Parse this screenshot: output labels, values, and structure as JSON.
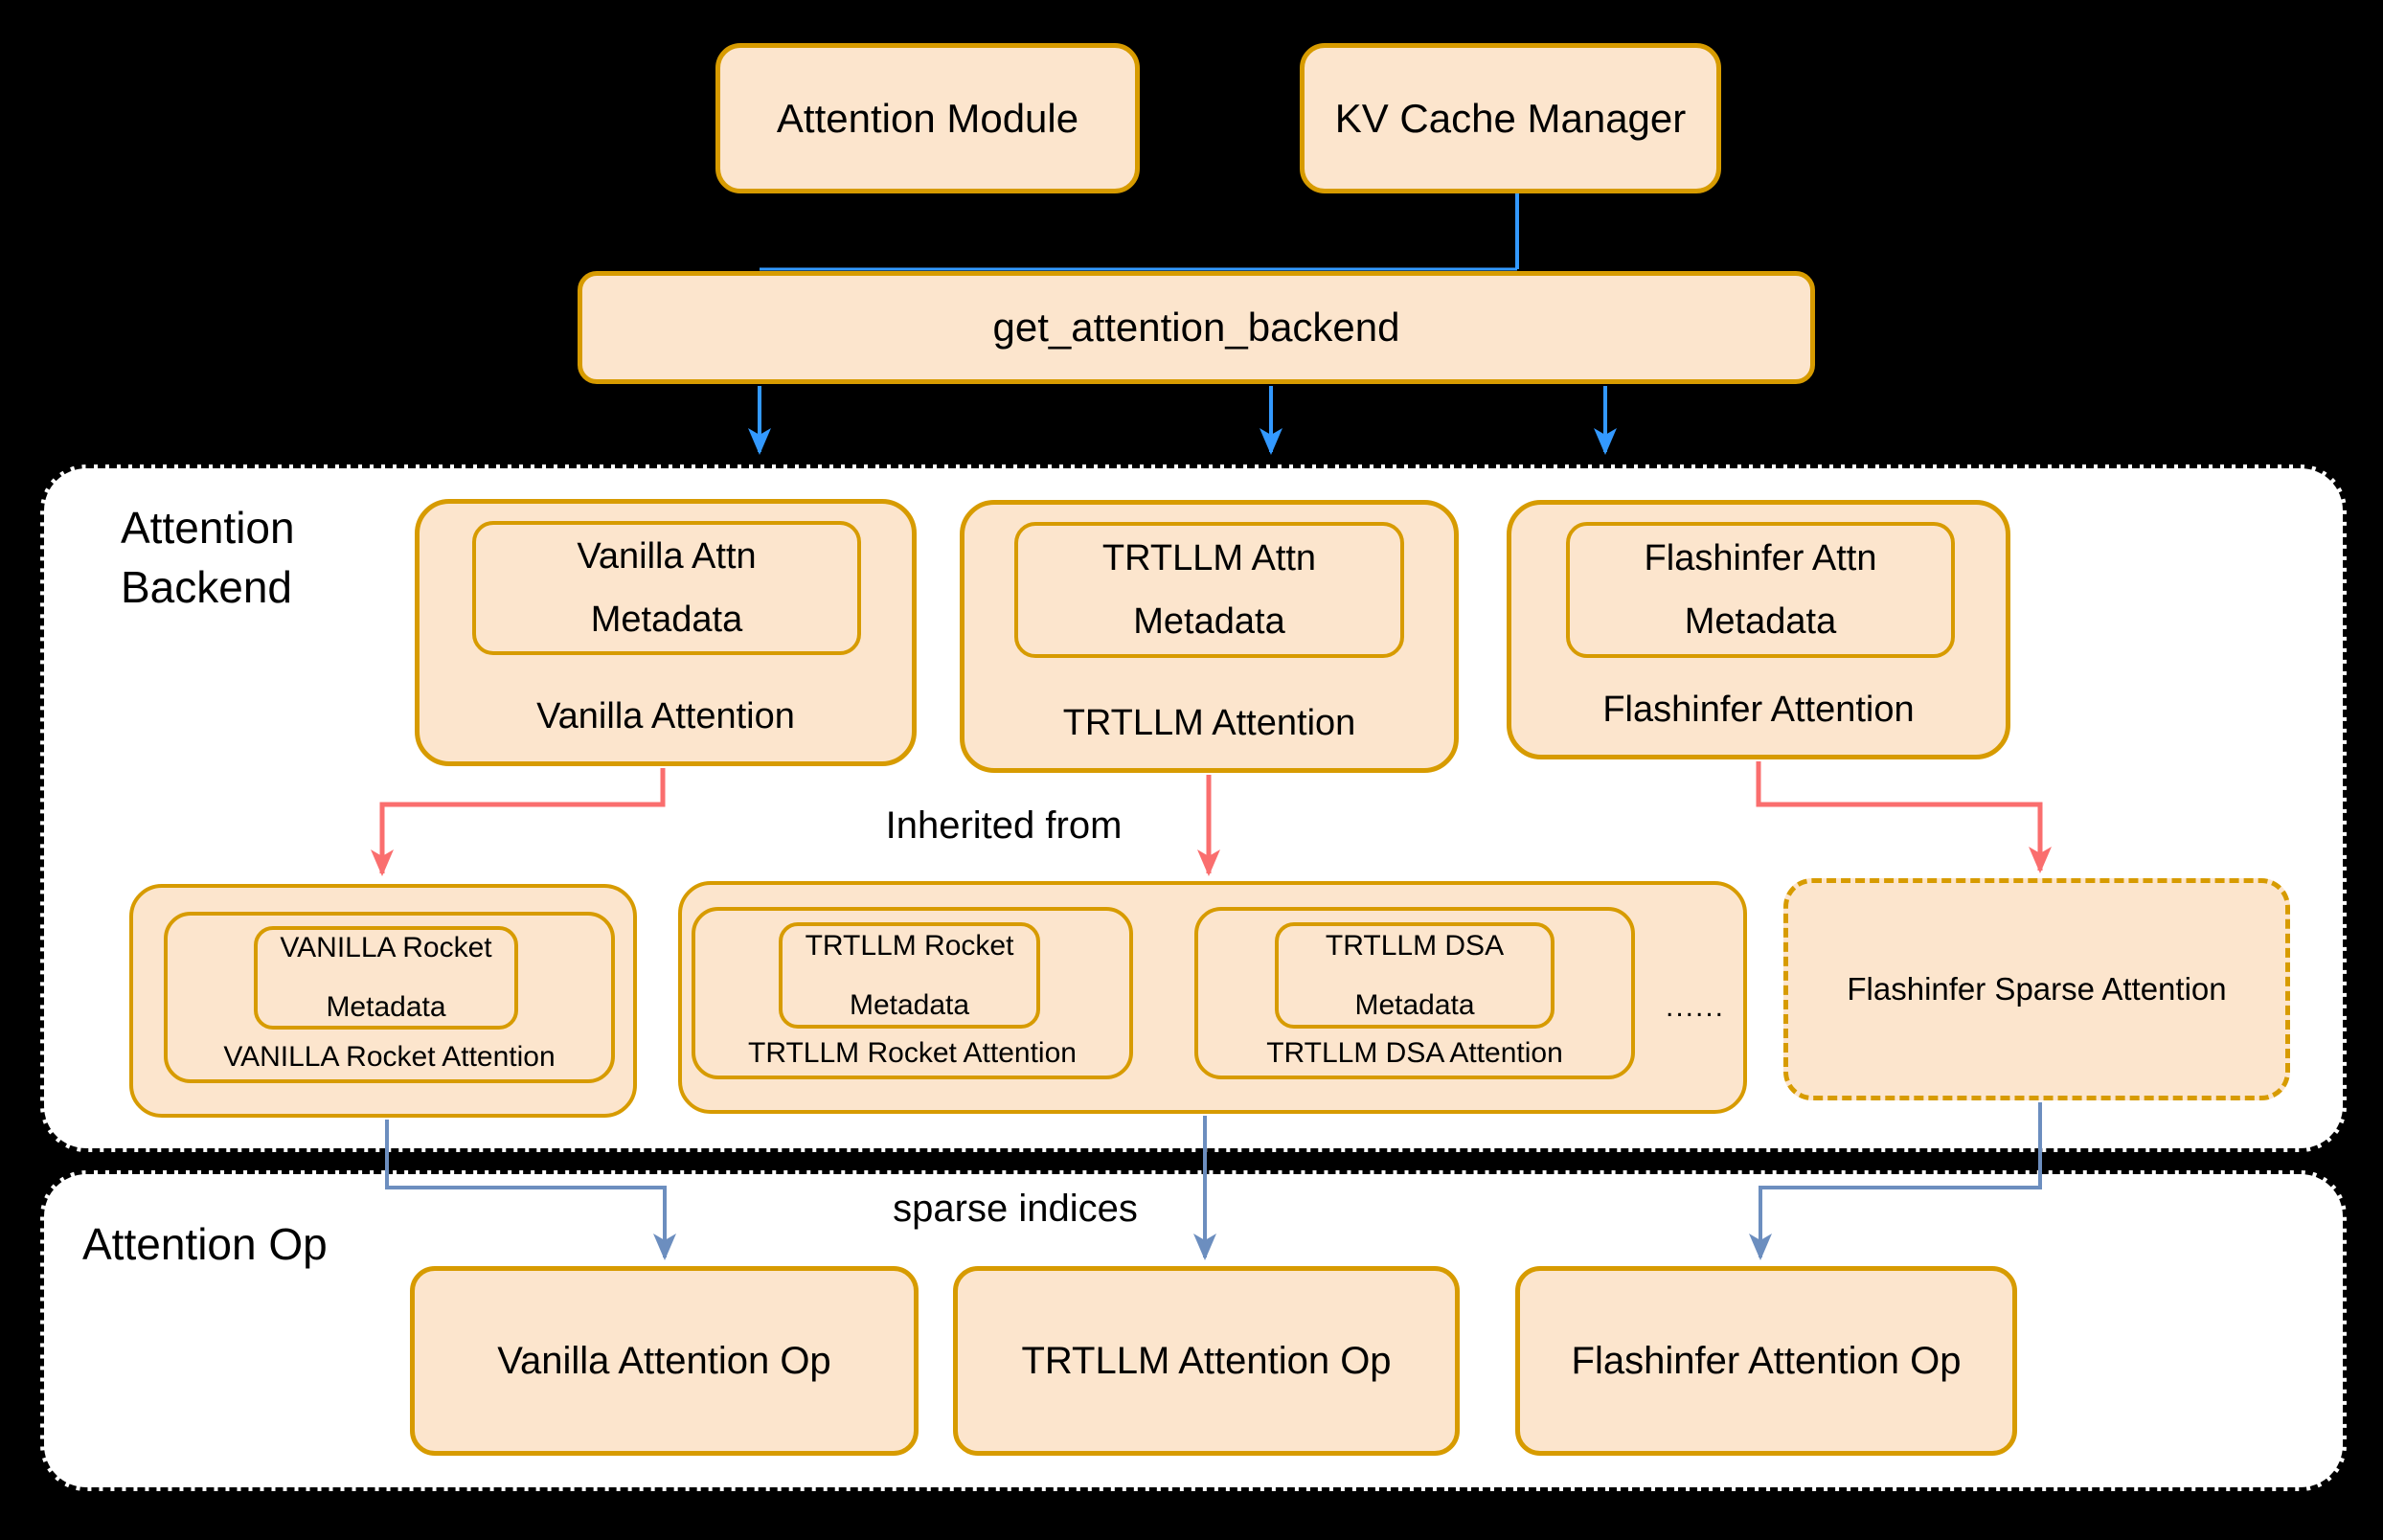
{
  "sections": {
    "backend_label": "Attention\nBackend",
    "op_label": "Attention Op"
  },
  "top_row": {
    "attention_module": "Attention Module",
    "kv_cache_manager": "KV Cache Manager",
    "dispatcher": "get_attention_backend"
  },
  "annotations": {
    "inherited_from": "Inherited from",
    "sparse_indices": "sparse indices",
    "more_backends_ellipsis": "......"
  },
  "backends": {
    "vanilla": {
      "metadata": "Vanilla Attn\nMetadata",
      "name": "Vanilla Attention"
    },
    "trtllm": {
      "metadata": "TRTLLM Attn\nMetadata",
      "name": "TRTLLM Attention"
    },
    "flashinfer": {
      "metadata": "Flashinfer Attn\nMetadata",
      "name": "Flashinfer Attention"
    }
  },
  "derived_backends": {
    "vanilla_rocket": {
      "metadata": "VANILLA Rocket\nMetadata",
      "name": "VANILLA Rocket Attention"
    },
    "trtllm_rocket": {
      "metadata": "TRTLLM Rocket\nMetadata",
      "name": "TRTLLM Rocket Attention"
    },
    "trtllm_dsa": {
      "metadata": "TRTLLM DSA\nMetadata",
      "name": "TRTLLM DSA Attention"
    },
    "flashinfer_sparse": {
      "name": "Flashinfer Sparse Attention"
    }
  },
  "ops": {
    "vanilla": "Vanilla Attention Op",
    "trtllm": "TRTLLM Attention Op",
    "flashinfer": "Flashinfer Attention Op"
  },
  "colors": {
    "background": "#000000",
    "box_fill": "#FCE5CD",
    "box_border": "#D79B00",
    "section_fill": "#FFFFFF",
    "section_border": "#000000",
    "arrow_blue": "#3399FF",
    "arrow_red": "#FA6E6E",
    "arrow_steel": "#6C8EBF",
    "text": "#000000"
  }
}
